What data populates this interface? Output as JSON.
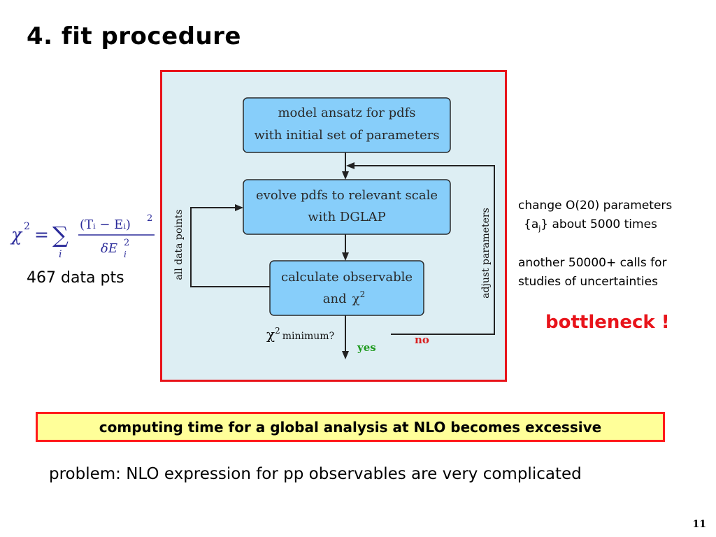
{
  "slide": {
    "title": "4. fit procedure",
    "page_number": "11"
  },
  "flowchart": {
    "box1": {
      "line1": "model ansatz for pdfs",
      "line2": "with initial set of parameters"
    },
    "box2": {
      "line1": "evolve pdfs to relevant scale",
      "line2": "with DGLAP"
    },
    "box3": {
      "line1": "calculate observable",
      "line2": "and"
    },
    "chi_symbol": "χ",
    "chi_exp": "2",
    "decision_label": "minimum?",
    "yes_label": "yes",
    "no_label": "no",
    "left_loop_label": "all data points",
    "right_loop_label": "adjust parameters",
    "colors": {
      "box_fill": "#87cefa",
      "panel_fill": "#ddeef3",
      "panel_border": "#e8141b",
      "yes": "#1e9a1e",
      "no": "#d81e1e"
    }
  },
  "formula": {
    "chi": "χ",
    "sq": "2",
    "eq": "=",
    "sum": "∑",
    "index": "i",
    "numerator": "(Tᵢ − Eᵢ)",
    "num_exp": "2",
    "denominator": "δE",
    "den_sub": "i",
    "den_exp": "2"
  },
  "data_points": "467 data pts",
  "notes": {
    "change_line1": "change O(20) parameters",
    "change_line2_prefix": "{a",
    "change_line2_sub": "j",
    "change_line2_suffix": "} about 5000 times",
    "calls_line1": "another 50000+ calls for",
    "calls_line2": "studies of uncertainties"
  },
  "bottleneck": "bottleneck !",
  "banner": "computing time for a global analysis at NLO becomes excessive",
  "problem": "problem: NLO expression for pp observables are very complicated"
}
